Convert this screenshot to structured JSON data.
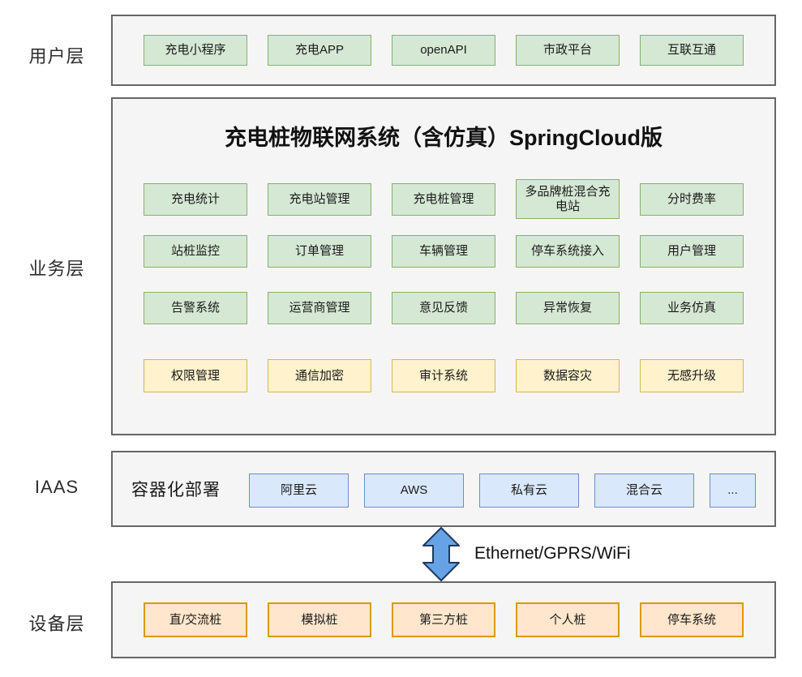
{
  "colors": {
    "container_fill": "#f5f5f5",
    "container_border": "#666666",
    "green_fill": "#d5e8d4",
    "green_border": "#82b366",
    "yellow_fill": "#fff2cc",
    "yellow_border": "#d6b656",
    "blue_fill": "#dae8fc",
    "blue_border": "#6c8ebf",
    "orange_fill": "#ffe6cc",
    "orange_border": "#d79b00",
    "arrow_fill": "#66a3e6",
    "arrow_border": "#1d3b5e"
  },
  "layers": {
    "user": {
      "label": "用户层",
      "boxes": [
        "充电小程序",
        "充电APP",
        "openAPI",
        "市政平台",
        "互联互通"
      ]
    },
    "business": {
      "label": "业务层",
      "title": "充电桩物联网系统（含仿真）SpringCloud版",
      "green_rows": [
        [
          "充电统计",
          "充电站管理",
          "充电桩管理",
          "多品牌桩混合充电站",
          "分时费率"
        ],
        [
          "站桩监控",
          "订单管理",
          "车辆管理",
          "停车系统接入",
          "用户管理"
        ],
        [
          "告警系统",
          "运营商管理",
          "意见反馈",
          "异常恢复",
          "业务仿真"
        ]
      ],
      "yellow_row": [
        "权限管理",
        "通信加密",
        "审计系统",
        "数据容灾",
        "无感升级"
      ]
    },
    "iaas": {
      "label": "IAAS",
      "deploy_label": "容器化部署",
      "boxes": [
        "阿里云",
        "AWS",
        "私有云",
        "混合云",
        "..."
      ]
    },
    "connection": {
      "label": "Ethernet/GPRS/WiFi"
    },
    "device": {
      "label": "设备层",
      "boxes": [
        "直/交流桩",
        "模拟桩",
        "第三方桩",
        "个人桩",
        "停车系统"
      ]
    }
  }
}
